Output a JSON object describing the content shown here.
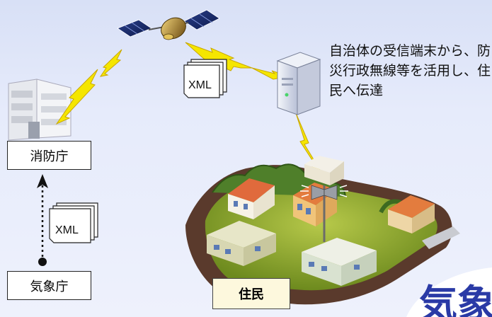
{
  "labels": {
    "fdma": "消防庁",
    "jma": "気象庁",
    "residents": "住民"
  },
  "xml_docs": {
    "upper": "XML",
    "lower": "XML"
  },
  "description": "自治体の受信端末から、防災行政無線等を活用し、住民へ伝達",
  "corner_text": "気象",
  "colors": {
    "background": "#e2e8f9",
    "lightning": "#f5e600",
    "dotted_arrow": "#111111"
  }
}
